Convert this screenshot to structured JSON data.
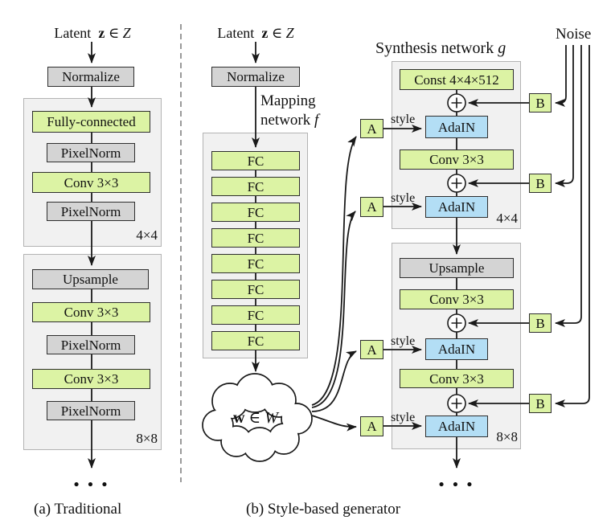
{
  "figure": {
    "colors": {
      "green": "#dcf3a4",
      "gray": "#d4d4d4",
      "blue": "#b3def5",
      "container": "#f1f1f1",
      "line": "#1a1a1a"
    },
    "panel_a": {
      "latent": {
        "word": "Latent",
        "z": "z",
        "elem": "∈",
        "space": "Z"
      },
      "normalize": "Normalize",
      "block1_boxes": [
        "Fully-connected",
        "PixelNorm",
        "Conv 3×3",
        "PixelNorm"
      ],
      "block1_res": "4×4",
      "block2_boxes": [
        "Upsample",
        "Conv 3×3",
        "PixelNorm",
        "Conv 3×3",
        "PixelNorm"
      ],
      "block2_res": "8×8",
      "dots": "• • •",
      "caption": "(a) Traditional"
    },
    "panel_b": {
      "latent": {
        "word": "Latent",
        "z": "z",
        "elem": "∈",
        "space": "Z"
      },
      "normalize": "Normalize",
      "mapping": {
        "line1": "Mapping",
        "line2": "network",
        "f": "f"
      },
      "fc": [
        "FC",
        "FC",
        "FC",
        "FC",
        "FC",
        "FC",
        "FC",
        "FC"
      ],
      "cloud": {
        "w": "w",
        "elem": "∈",
        "space": "W"
      },
      "affine": [
        "A",
        "A",
        "A",
        "A"
      ],
      "noise_b": [
        "B",
        "B",
        "B",
        "B"
      ],
      "style": [
        "style",
        "style",
        "style",
        "style"
      ],
      "noise_label": "Noise",
      "synthesis": {
        "title": "Synthesis network",
        "g": "g"
      },
      "s1_boxes": [
        "Const 4×4×512",
        "AdaIN",
        "Conv 3×3",
        "AdaIN"
      ],
      "s1_res": "4×4",
      "s2_boxes": [
        "Upsample",
        "Conv 3×3",
        "AdaIN",
        "Conv 3×3",
        "AdaIN"
      ],
      "s2_res": "8×8",
      "dots": "• • •",
      "caption": "(b) Style-based generator"
    }
  }
}
